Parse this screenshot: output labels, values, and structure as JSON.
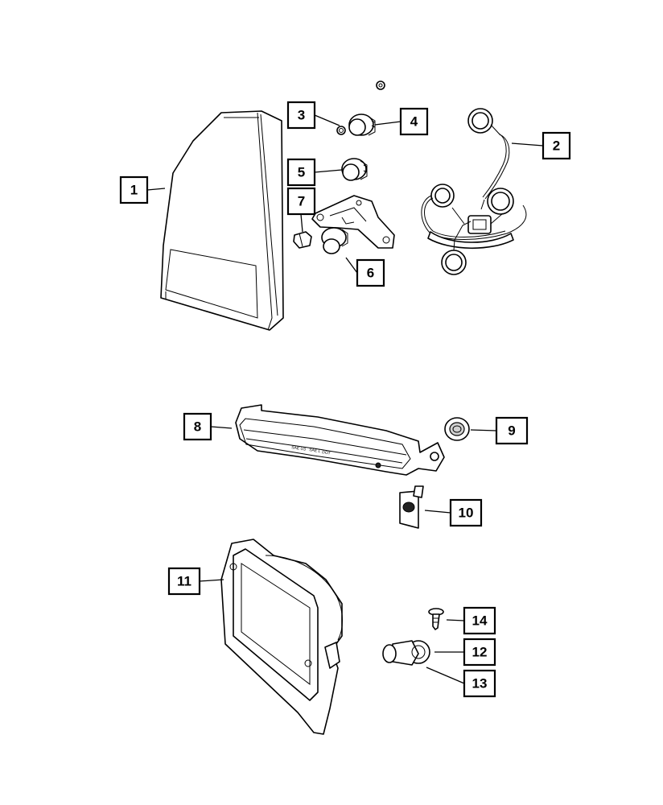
{
  "callouts": [
    {
      "id": "c1",
      "label": "1"
    },
    {
      "id": "c2",
      "label": "2"
    },
    {
      "id": "c3",
      "label": "3"
    },
    {
      "id": "c4",
      "label": "4"
    },
    {
      "id": "c5",
      "label": "5"
    },
    {
      "id": "c6",
      "label": "6"
    },
    {
      "id": "c7",
      "label": "7"
    },
    {
      "id": "c8",
      "label": "8"
    },
    {
      "id": "c9",
      "label": "9"
    },
    {
      "id": "c10",
      "label": "10"
    },
    {
      "id": "c11",
      "label": "11"
    },
    {
      "id": "c12",
      "label": "12"
    },
    {
      "id": "c13",
      "label": "13"
    },
    {
      "id": "c14",
      "label": "14"
    }
  ],
  "lamp_markings": [
    "SAE U3",
    "SAE L",
    "DOT"
  ]
}
